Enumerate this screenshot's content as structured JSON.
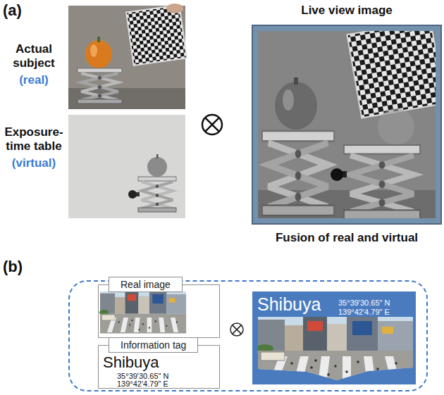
{
  "diagram": {
    "nodes": [
      {
        "text": [
          "Actual subject",
          "(real)"
        ]
      },
      {
        "text": [
          "Exposure-time table",
          "(virtual)"
        ]
      },
      {
        "text": [
          "Live view image",
          "Fusion of real and virtual"
        ]
      },
      {
        "text": []
      },
      {
        "text": [
          "Real image"
        ],
        "in": 3
      },
      {
        "text": [
          "Information tag",
          "Shibuya",
          "35°39'30.65\" N",
          "139°42'4.79\" E"
        ],
        "in": 3
      },
      {
        "text": [
          "Shibuya",
          "35°39'30.65\" N",
          "139°42'4.79\" E"
        ],
        "in": 3
      }
    ],
    "edges": [
      {
        "from": 0,
        "to": 2,
        "arrow": "to"
      },
      {
        "from": 1,
        "to": 2,
        "arrow": "to"
      },
      {
        "from": 4,
        "to": 6,
        "arrow": "none"
      },
      {
        "from": 5,
        "to": 6,
        "arrow": "none"
      }
    ],
    "labels": [
      "(a)",
      "(b)"
    ]
  }
}
